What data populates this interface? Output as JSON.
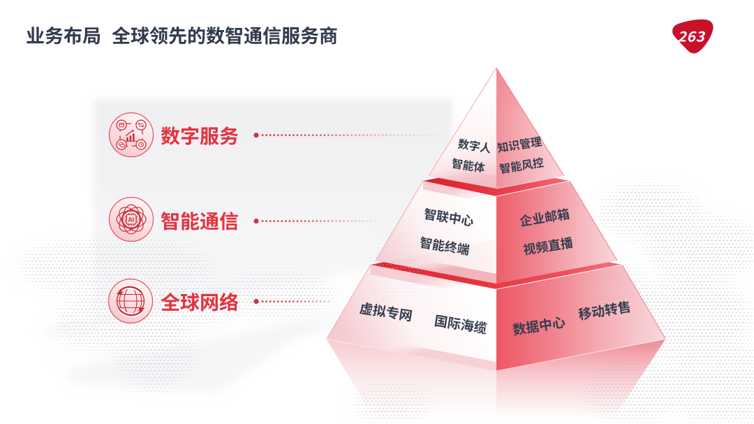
{
  "title": "业务布局  全球领先的数智通信服务商",
  "logo": {
    "text": "263",
    "color": "#C8122A"
  },
  "services": [
    {
      "label": "数字服务",
      "icon": "digital-services-icon"
    },
    {
      "label": "智能通信",
      "icon": "intelligent-communication-icon",
      "icon_text": "AI"
    },
    {
      "label": "全球网络",
      "icon": "global-network-icon"
    }
  ],
  "pyramid": {
    "type": "pyramid-3-tiers",
    "tiers": [
      {
        "service": "数字服务",
        "left": [
          "数字人",
          "智能体"
        ],
        "right": [
          "知识管理",
          "智能风控"
        ]
      },
      {
        "service": "智能通信",
        "left": [
          "智联中心",
          "智能终端"
        ],
        "right": [
          "企业邮箱",
          "视频直播"
        ]
      },
      {
        "service": "全球网络",
        "left": [
          "虚拟专网",
          "国际海缆"
        ],
        "right": [
          "数据中心",
          "移动转售"
        ]
      }
    ]
  },
  "colors": {
    "accent_red": "#E23440",
    "band_red": "#DC2430",
    "title_text": "#323B4F",
    "pyramid_text": "#353E4E",
    "logo_red": "#C8122A"
  }
}
